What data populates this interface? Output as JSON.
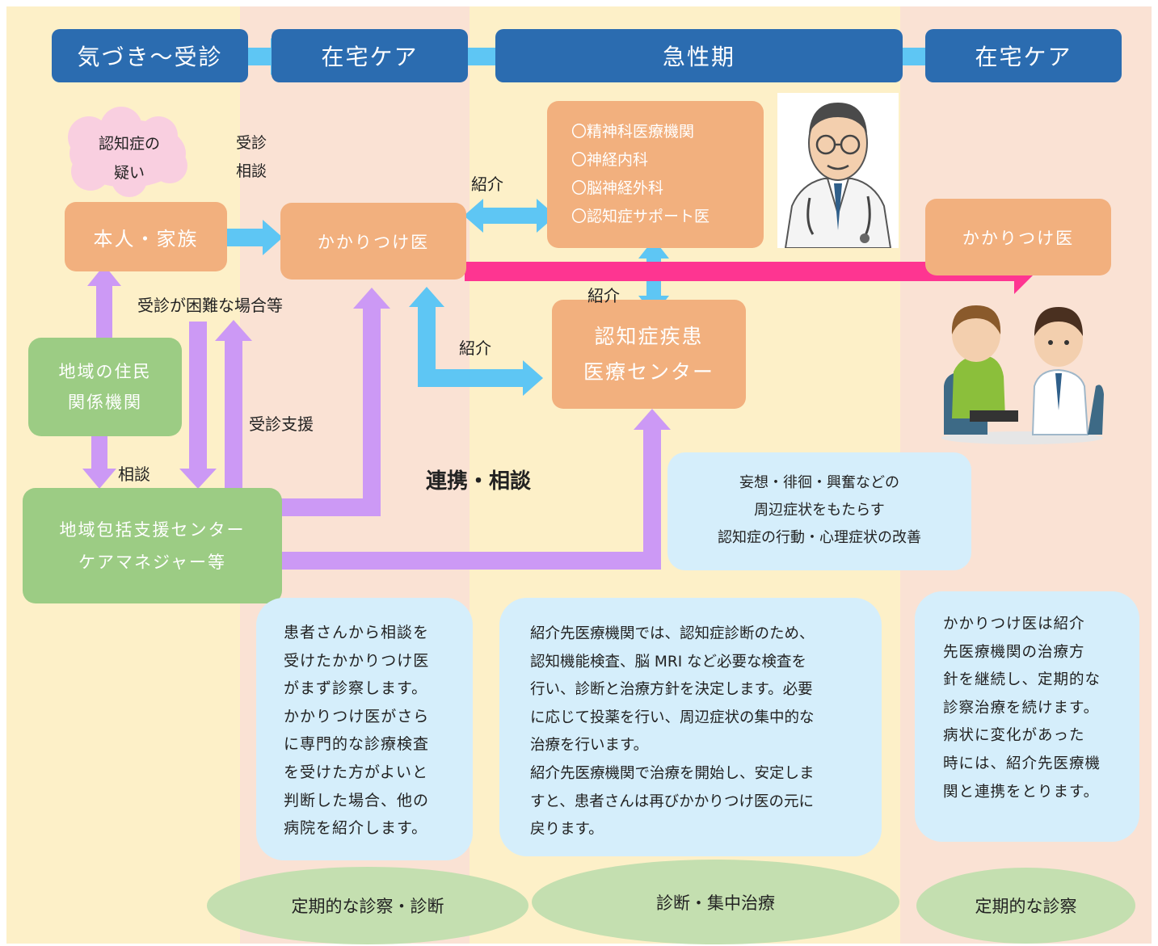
{
  "colors": {
    "band_yellow": "#fdf0c8",
    "band_pink": "#fae2d4",
    "phase_blue": "#2b6cb0",
    "arrow_light_blue": "#5ec6f4",
    "arrow_purple": "#cc99f5",
    "arrow_magenta": "#fe3591",
    "box_orange": "#f2b07e",
    "box_green": "#9ccc84",
    "note_blue": "#d5eefb",
    "oval_green": "#c4dfb0",
    "cloud_pink": "#f9cfe0"
  },
  "phases": {
    "p1": "気づき～受診",
    "p2": "在宅ケア",
    "p3": "急性期",
    "p4": "在宅ケア"
  },
  "cloud": {
    "line1": "認知症の",
    "line2": "疑い"
  },
  "labels": {
    "jushin": "受診",
    "sodan_top": "相談",
    "shokai_top": "紹介",
    "shokai_mid": "紹介",
    "shokai_low": "紹介",
    "difficult": "受診が困難な場合等",
    "support": "受診支援",
    "consult": "相談",
    "renkei": "連携・相談"
  },
  "boxes": {
    "patient_family": "本人・家族",
    "kakaritsuke": "かかりつけ医",
    "kakaritsuke_right": "かかりつけ医",
    "specialists": [
      "〇精神科医療機関",
      "〇神経内科",
      "〇脳神経外科",
      "〇認知症サポート医"
    ],
    "center_line1": "認知症疾患",
    "center_line2": "医療センター",
    "residents_line1": "地域の住民",
    "residents_line2": "関係機関",
    "support_center_line1": "地域包括支援センター",
    "support_center_line2": "ケアマネジャー等"
  },
  "bpsd_note": "妄想・徘徊・興奮などの\n周辺症状をもたらす\n認知症の行動・心理症状の改善",
  "notes": {
    "left": "患者さんから相談を\n受けたかかりつけ医\nがまず診察します。\nかかりつけ医がさら\nに専門的な診療検査\nを受けた方がよいと\n判断した場合、他の\n病院を紹介します。",
    "middle": "紹介先医療機関では、認知症診断のため、\n認知機能検査、脳 MRI など必要な検査を\n行い、診断と治療方針を決定します。必要\nに応じて投薬を行い、周辺症状の集中的な\n治療を行います。\n紹介先医療機関で治療を開始し、安定しま\nすと、患者さんは再びかかりつけ医の元に\n戻ります。",
    "right": "かかりつけ医は紹介\n先医療機関の治療方\n針を継続し、定期的な\n診察治療を続けます。\n病状に変化があった\n時には、紹介先医療機\n関と連携をとります。"
  },
  "ovals": {
    "left": "定期的な診察・診断",
    "middle": "診断・集中治療",
    "right": "定期的な診察"
  }
}
